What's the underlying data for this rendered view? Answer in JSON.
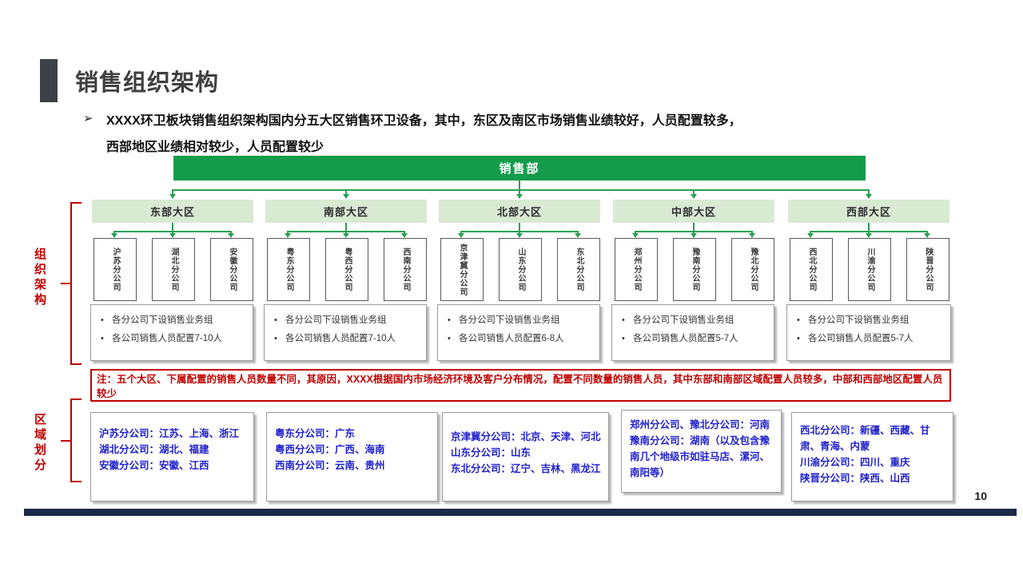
{
  "slide": {
    "title": "销售组织架构",
    "bullet": {
      "marker": "➢",
      "line1": "XXXX环卫板块销售组织架构国内分五大区销售环卫设备，其中，东区及南区市场销售业绩较好，人员配置较多，",
      "line2": "西部地区业绩相对较少，人员配置较少"
    },
    "page_number": "10"
  },
  "side_labels": {
    "org_structure": "组织架构",
    "region_division": "区域划分"
  },
  "org_chart": {
    "root_label": "销售部",
    "regions": [
      {
        "name": "东部大区",
        "branches": [
          "沪苏分公司",
          "湖北分公司",
          "安徽分公司"
        ],
        "notes": [
          "各分公司下设销售业务组",
          "各公司销售人员配置7-10人"
        ]
      },
      {
        "name": "南部大区",
        "branches": [
          "粤东分公司",
          "粤西分公司",
          "西南分公司"
        ],
        "notes": [
          "各分公司下设销售业务组",
          "各公司销售人员配置7-10人"
        ]
      },
      {
        "name": "北部大区",
        "branches": [
          "京津冀分公司",
          "山东分公司",
          "东北分公司"
        ],
        "notes": [
          "各分公司下设销售业务组",
          "各公司销售人员配置6-8人"
        ]
      },
      {
        "name": "中部大区",
        "branches": [
          "郑州分公司",
          "豫南分公司",
          "豫北分公司"
        ],
        "notes": [
          "各分公司下设销售业务组",
          "各公司销售人员配置5-7人"
        ]
      },
      {
        "name": "西部大区",
        "branches": [
          "西北分公司",
          "川渝分公司",
          "陕晋分公司"
        ],
        "notes": [
          "各分公司下设销售业务组",
          "各公司销售人员配置5-7人"
        ]
      }
    ]
  },
  "note_bar": {
    "text": "注：五个大区、下属配置的销售人员数量不同，其原因，XXXX根据国内市场经济环境及客户分布情况，配置不同数量的销售人员，其中东部和南部区域配置人员较多，中部和西部地区配置人员较少"
  },
  "region_divisions": [
    {
      "lines": [
        "沪苏分公司：江苏、上海、浙江",
        "湖北分公司：湖北、福建",
        "安徽分公司：安徽、江西"
      ]
    },
    {
      "lines": [
        "粤东分公司：广东",
        "粤西分公司：广西、海南",
        "西南分公司：云南、贵州"
      ]
    },
    {
      "lines": [
        "京津冀分公司：北京、天津、河北",
        "山东分公司：山东",
        "东北分公司：辽宁、吉林、黑龙江"
      ]
    },
    {
      "lines": [
        "郑州分公司、豫北分公司：河南",
        "豫南分公司：湖南（以及包含豫南几个地级市如驻马店、漯河、南阳等）"
      ]
    },
    {
      "lines": [
        "西北分公司：新疆、西藏、甘肃、青海、内蒙",
        "川渝分公司：四川、重庆",
        "陕晋分公司：陕西、山西"
      ]
    }
  ],
  "colors": {
    "brand_green": "#149C4B",
    "light_green": "#D9EAD3",
    "line_green": "#2AA054",
    "accent_red": "#C00000",
    "division_blue": "#2121CB",
    "footer_navy": "#1B2A4A"
  }
}
